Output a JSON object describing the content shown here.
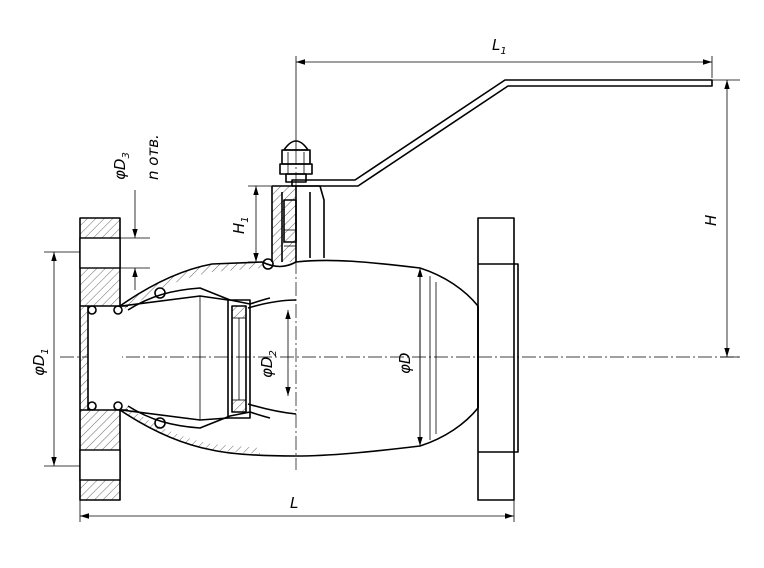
{
  "labels": {
    "L1": {
      "main": "L",
      "sub": "1"
    },
    "H": {
      "main": "H"
    },
    "D3": {
      "prefix": "φD",
      "sub": "3"
    },
    "n_holes": {
      "text": "n отв."
    },
    "H1": {
      "main": "H",
      "sub": "1"
    },
    "D1": {
      "prefix": "φD",
      "sub": "1"
    },
    "D2": {
      "prefix": "φD",
      "sub": "2"
    },
    "D": {
      "text": "φD"
    },
    "L": {
      "main": "L"
    }
  }
}
